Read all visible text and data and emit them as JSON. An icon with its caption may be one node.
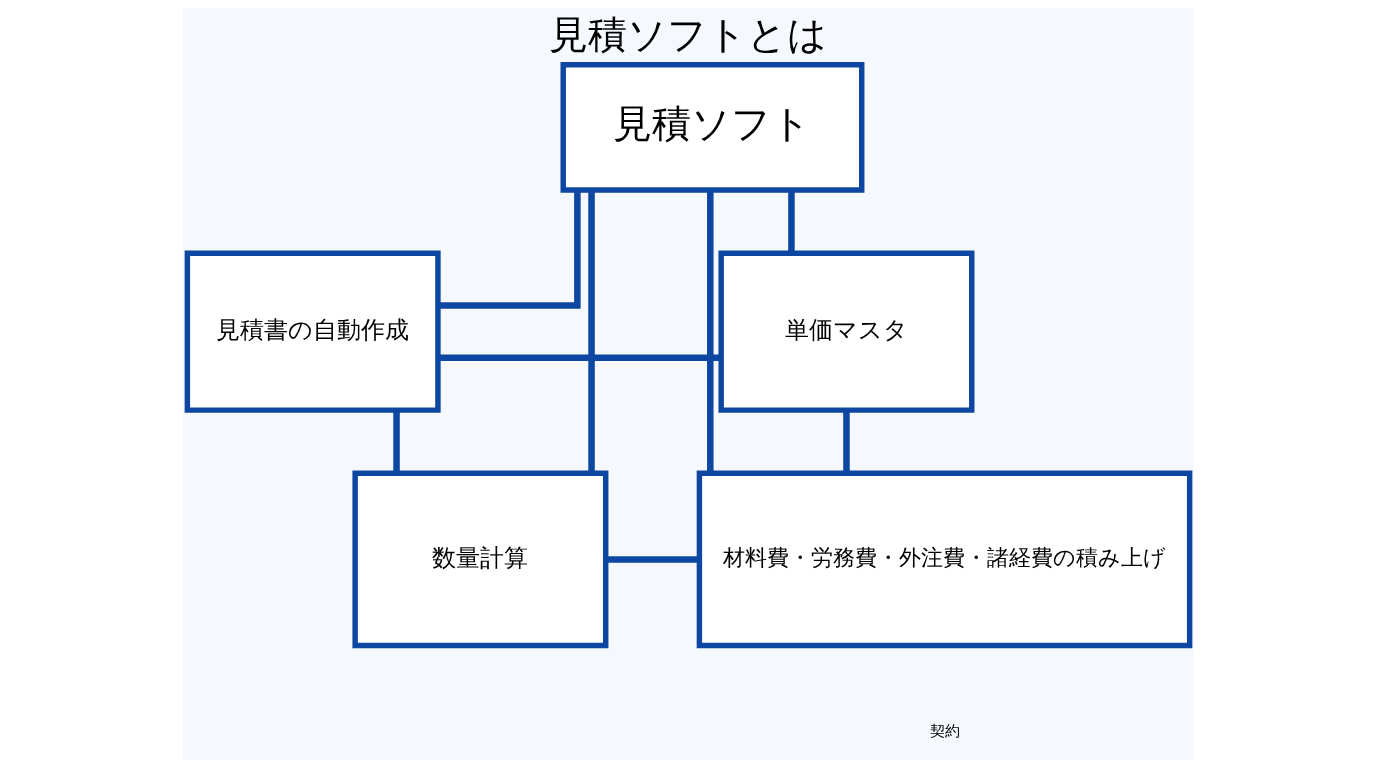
{
  "diagram": {
    "title": "見積ソフトとは",
    "nodes": [
      {
        "text": [
          "見積書の自動作成"
        ]
      },
      {
        "text": [
          "単価マスタ"
        ]
      },
      {
        "text": [
          "見積ソフト"
        ]
      },
      {
        "text": [
          "数量計算"
        ]
      },
      {
        "text": [
          "材料費・労務費・外注費・諸経費の積み上げ"
        ]
      }
    ],
    "edges": [
      {
        "from": 0,
        "to": 1,
        "arrow": "none"
      },
      {
        "from": 2,
        "to": 0,
        "arrow": "none"
      },
      {
        "from": 2,
        "to": 1,
        "arrow": "none"
      },
      {
        "from": 0,
        "to": 3,
        "arrow": "none"
      },
      {
        "from": 2,
        "to": 3,
        "arrow": "none"
      },
      {
        "from": 1,
        "to": 4,
        "arrow": "none"
      },
      {
        "from": 2,
        "to": 4,
        "arrow": "none"
      },
      {
        "from": 3,
        "to": 4,
        "arrow": "none"
      }
    ],
    "labels": [
      "契約"
    ]
  }
}
